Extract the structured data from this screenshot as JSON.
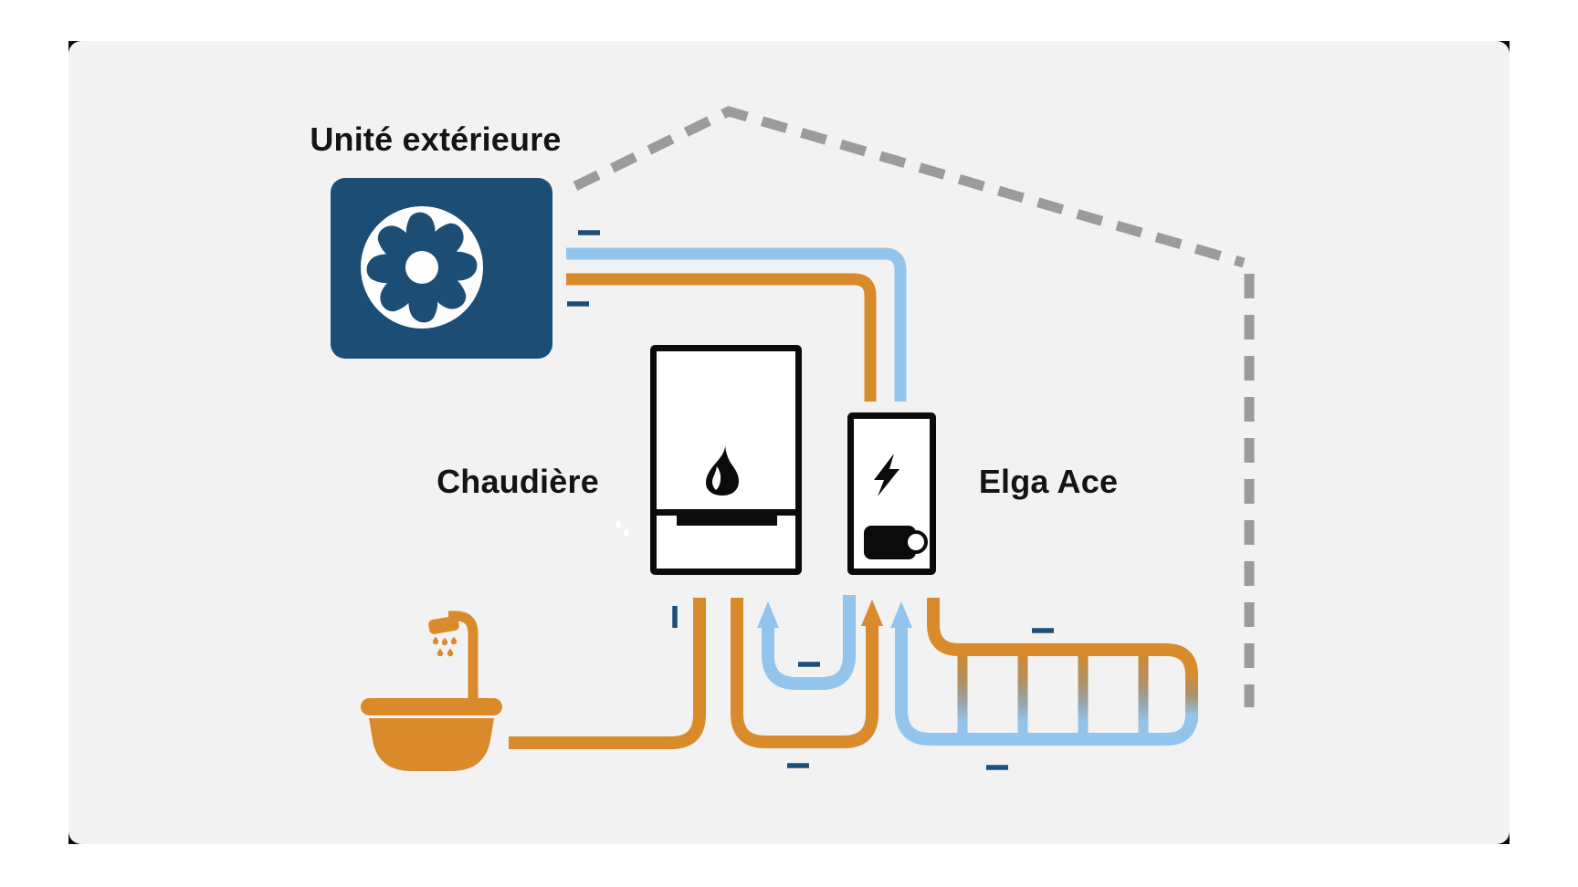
{
  "labels": {
    "outdoor_unit": "Unité extérieure",
    "boiler": "Chaudière",
    "hybrid_unit": "Elga Ace"
  },
  "colors": {
    "orange": "#D98B2C",
    "light-blue": "#93C5EC",
    "navy": "#1C4D74",
    "arrow-navy": "#1D4E78",
    "dash-gray": "#9B9B9B",
    "panel-bg": "#F2F2F2"
  },
  "icons": {
    "fan": "fan-icon",
    "flame": "flame-icon",
    "lightning": "lightning-bolt-icon",
    "pump": "pump-icon",
    "shower_bath": "shower-bath-icon",
    "radiator": "radiator-icon",
    "house": "house-outline"
  },
  "pipes": [
    {
      "id": "outdoor-to-hybrid-return",
      "color": "light-blue"
    },
    {
      "id": "outdoor-to-hybrid-supply",
      "color": "orange"
    },
    {
      "id": "boiler-dhw-to-bath",
      "color": "orange"
    },
    {
      "id": "boiler-hybrid-loop",
      "color": "orange"
    },
    {
      "id": "hybrid-boiler-return",
      "color": "light-blue"
    },
    {
      "id": "radiator-supply",
      "color": "orange"
    },
    {
      "id": "radiator-return",
      "color": "light-blue"
    }
  ],
  "arrows": [
    {
      "id": "outdoor-return",
      "direction": "left"
    },
    {
      "id": "outdoor-supply",
      "direction": "right"
    },
    {
      "id": "dhw-down",
      "direction": "down"
    },
    {
      "id": "boiler-return",
      "direction": "left"
    },
    {
      "id": "boiler-supply",
      "direction": "right"
    },
    {
      "id": "radiator-supply",
      "direction": "right"
    },
    {
      "id": "radiator-return",
      "direction": "left"
    }
  ]
}
